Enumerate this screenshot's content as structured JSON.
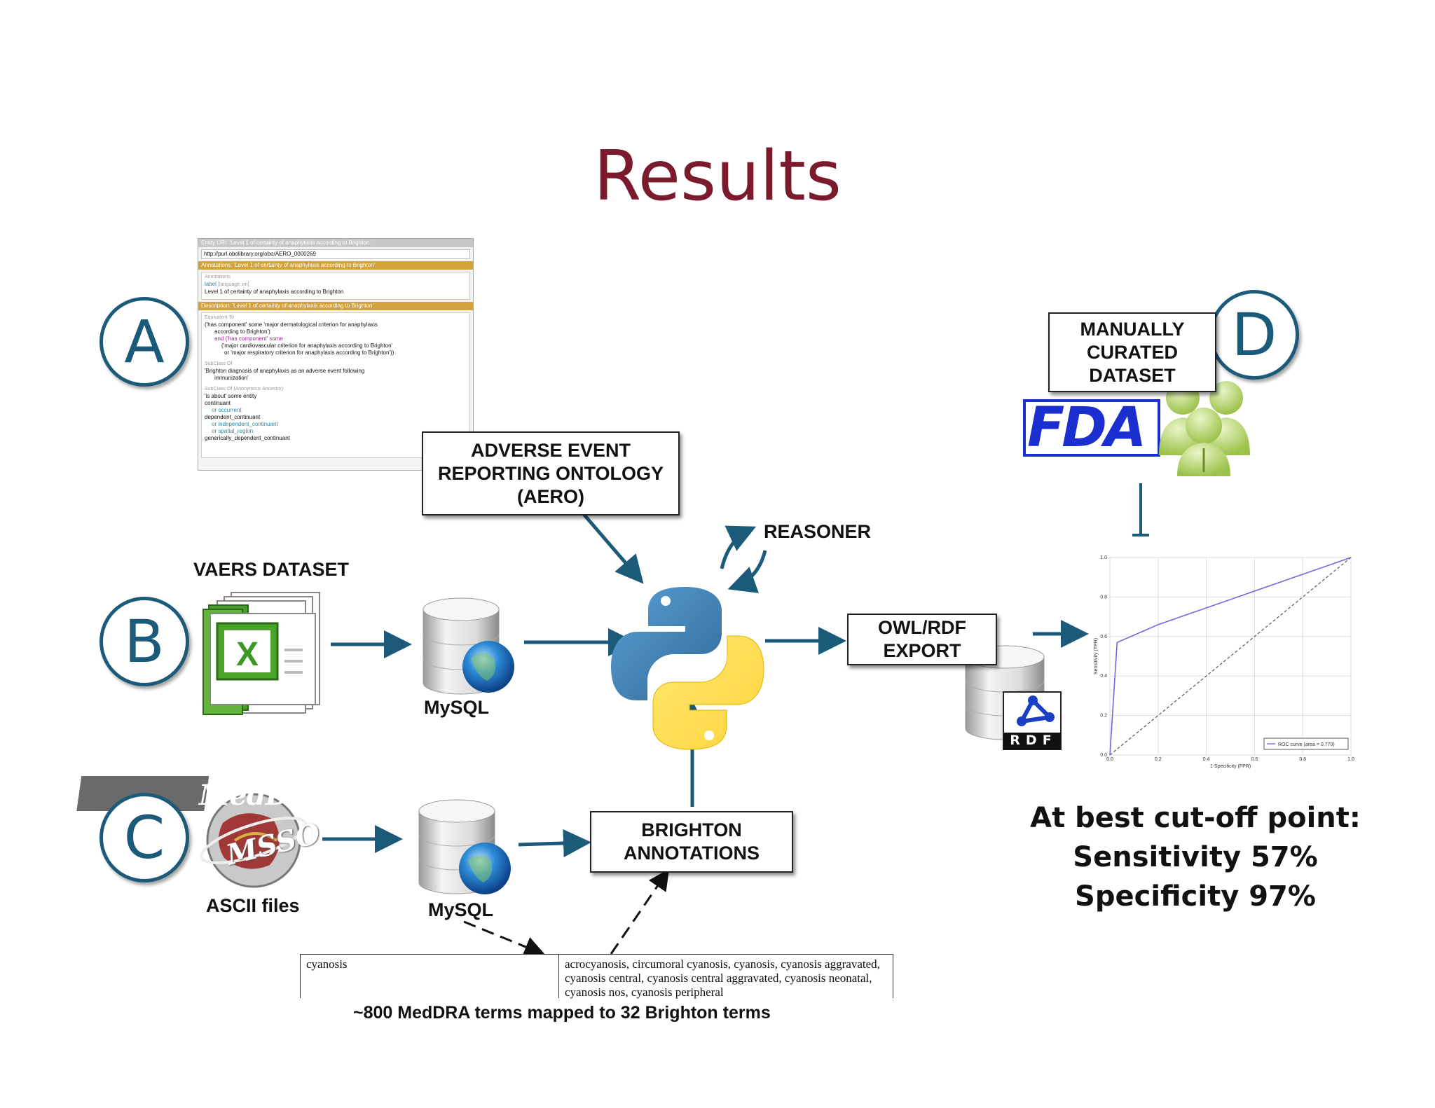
{
  "title": "Results",
  "circles": {
    "a": "A",
    "b": "B",
    "c": "C",
    "d": "D"
  },
  "boxes": {
    "aero": "ADVERSE EVENT\nREPORTING ONTOLOGY\n(AERO)",
    "owl": "OWL/RDF\nEXPORT",
    "brighton": "BRIGHTON\nANNOTATIONS",
    "manual": "MANUALLY\nCURATED\nDATASET"
  },
  "labels": {
    "reasoner": "REASONER",
    "vaers": "VAERS DATASET",
    "mysql": "MySQL",
    "ascii": "ASCII files",
    "mapping": "~800 MedDRA terms mapped to 32 Brighton terms",
    "meddra_logo": "MedDRA",
    "msso_logo": "MSSO",
    "fda_logo": "FDA",
    "rdf_logo": "RDF"
  },
  "protege": {
    "entity_header": "Entity URI: 'Level 1 of certainty of anaphylaxis according to Brighton'",
    "uri": "http://purl.obolibrary.org/obo/AERO_0000269",
    "annotations_header": "Annotations: 'Level 1 of certainty of anaphylaxis according to Brighton'",
    "annotations_label": "Annotations",
    "label_key": "label",
    "label_lang": "[language: en]",
    "label_value": "Level 1 of certainty of anaphylaxis according to Brighton",
    "description_header": "Description: 'Level 1 of certainty of anaphylaxis according to Brighton'",
    "equivalent_to": "Equivalent To",
    "eq_line1": "('has component' some 'major dermatological criterion for anaphylaxis",
    "eq_line2": "according to Brighton')",
    "eq_line3": "and ('has component' some",
    "eq_line4": "('major cardiovascular criterion for anaphylaxis according to Brighton'",
    "eq_line5": "or 'major respiratory criterion for anaphylaxis according to Brighton'))",
    "subclass_of": "SubClass Of",
    "sub_line1": "'Brighton diagnosis of anaphylaxis as an adverse event following",
    "sub_line2": "immunization'",
    "anon_ancestor": "SubClass Of (Anonymous Ancestor)",
    "anc_line1": "'is about' some entity",
    "anc_line2": "continuant",
    "anc_line3": "or occurrent",
    "anc_line4": "dependent_continuant",
    "anc_line5": "or independent_continuant",
    "anc_line6": "or spatial_region",
    "anc_line7": "generically_dependent_continuant"
  },
  "mapping_table": {
    "term": "cyanosis",
    "synonyms_1": "acrocyanosis, circumoral cyanosis, cyanosis, cyanosis aggravated,",
    "synonyms_2": "cyanosis central, cyanosis central aggravated, cyanosis neonatal,",
    "synonyms_3": "cyanosis nos, cyanosis peripheral"
  },
  "results": {
    "line1": "At best cut-off point:",
    "line2": "Sensitivity 57%",
    "line3": "Specificity 97%"
  },
  "chart_data": {
    "type": "line",
    "xlabel": "1-Specificity (FPR)",
    "ylabel": "Sensitivity (TPR)",
    "xlim": [
      0.0,
      1.0
    ],
    "ylim": [
      0.0,
      1.0
    ],
    "xticks": [
      "0.0",
      "0.2",
      "0.4",
      "0.6",
      "0.8",
      "1.0"
    ],
    "yticks": [
      "0.0",
      "0.2",
      "0.4",
      "0.6",
      "0.8",
      "1.0"
    ],
    "grid": true,
    "legend": "lower-right",
    "series": [
      {
        "name": "ROC curve (area = 0.770)",
        "x": [
          0.0,
          0.03,
          0.2,
          1.0
        ],
        "y": [
          0.0,
          0.57,
          0.66,
          1.0
        ],
        "color": "#6b6bdd"
      }
    ],
    "reference_line": {
      "x": [
        0.0,
        1.0
      ],
      "y": [
        0.0,
        1.0
      ]
    }
  },
  "colors": {
    "title": "#7a1a2c",
    "circle": "#1c5a7a",
    "arrow": "#1c5a7a",
    "fda": "#1b2fd0"
  }
}
